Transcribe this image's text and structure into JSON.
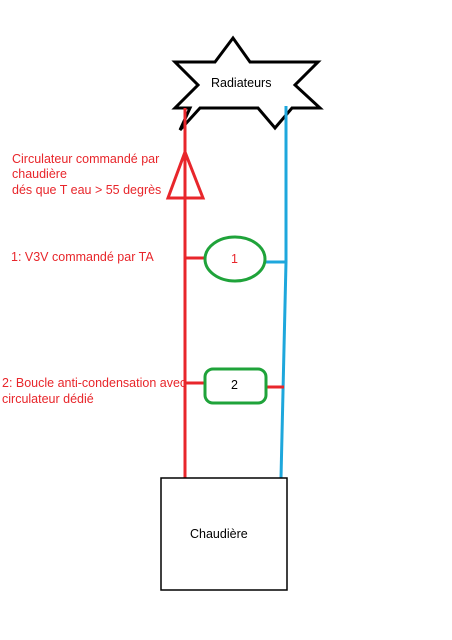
{
  "colors": {
    "hot": "#e8262b",
    "cold": "#1ea7dc",
    "valve": "#1fa33a",
    "outline": "#000000"
  },
  "radiators": {
    "label": "Radiateurs"
  },
  "boiler": {
    "label": "Chaudière"
  },
  "circulator": {
    "line1": "Circulateur commandé par",
    "line2": " chaudière",
    "line3": "dés que T eau > 55 degrès"
  },
  "v3v": {
    "number": "1",
    "label": "1: V3V commandé par TA"
  },
  "anticond": {
    "number": "2",
    "line1": "2: Boucle anti-condensation avec",
    "line2": "circulateur dédié"
  }
}
